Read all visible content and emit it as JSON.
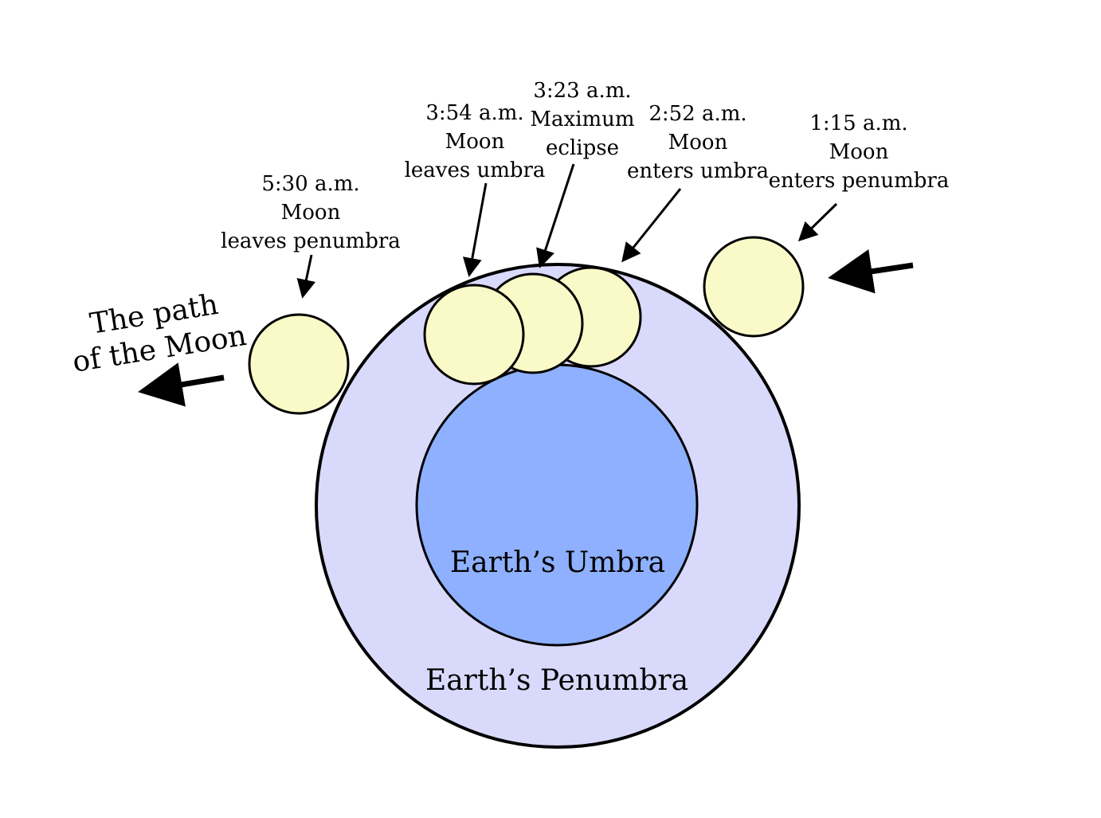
{
  "colors": {
    "penumbra": "#D9D9FB",
    "umbra": "#8EB0FF",
    "moon": "#FAFAC8",
    "outline": "#000000"
  },
  "labels": {
    "umbra": "Earth’s Umbra",
    "penumbra": "Earth’s Penumbra",
    "path_line1": "The path",
    "path_line2": "of the Moon"
  },
  "events": [
    {
      "time": "5:30 a.m.",
      "line2": "Moon",
      "line3": "leaves penumbra"
    },
    {
      "time": "3:54 a.m.",
      "line2": "Moon",
      "line3": "leaves umbra"
    },
    {
      "time": "3:23 a.m.",
      "line2": "Maximum",
      "line3": "eclipse"
    },
    {
      "time": "2:52 a.m.",
      "line2": "Moon",
      "line3": "enters umbra"
    },
    {
      "time": "1:15 a.m.",
      "line2": "Moon",
      "line3": "enters penumbra"
    }
  ]
}
